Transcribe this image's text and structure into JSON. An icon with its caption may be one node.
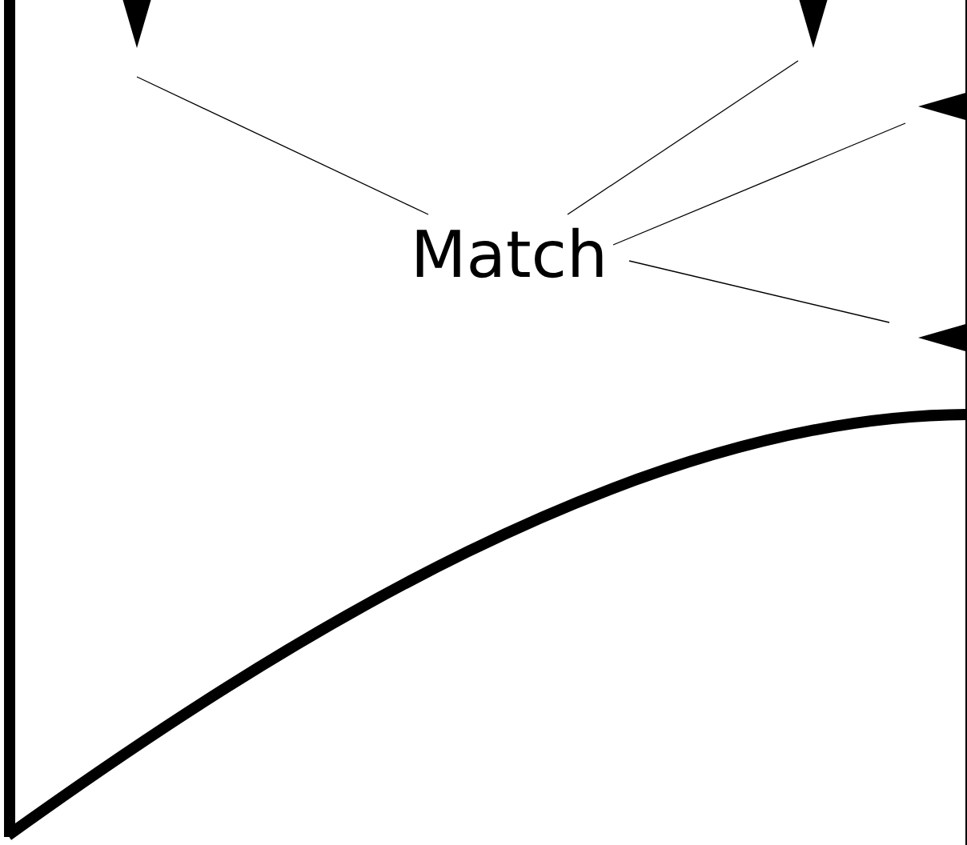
{
  "diagram": {
    "nodes": [
      {
        "text": [
          "Match"
        ]
      },
      {
        "text": [],
        "shape": "triangle"
      },
      {
        "text": [],
        "shape": "triangle"
      },
      {
        "text": [],
        "shape": "triangle"
      },
      {
        "text": [],
        "shape": "triangle"
      }
    ],
    "edges": [
      {
        "from": 0,
        "to": 1,
        "arrow": "none"
      },
      {
        "from": 0,
        "to": 2,
        "arrow": "none"
      },
      {
        "from": 0,
        "to": 3,
        "arrow": "none"
      },
      {
        "from": 0,
        "to": 4,
        "arrow": "none"
      }
    ]
  }
}
